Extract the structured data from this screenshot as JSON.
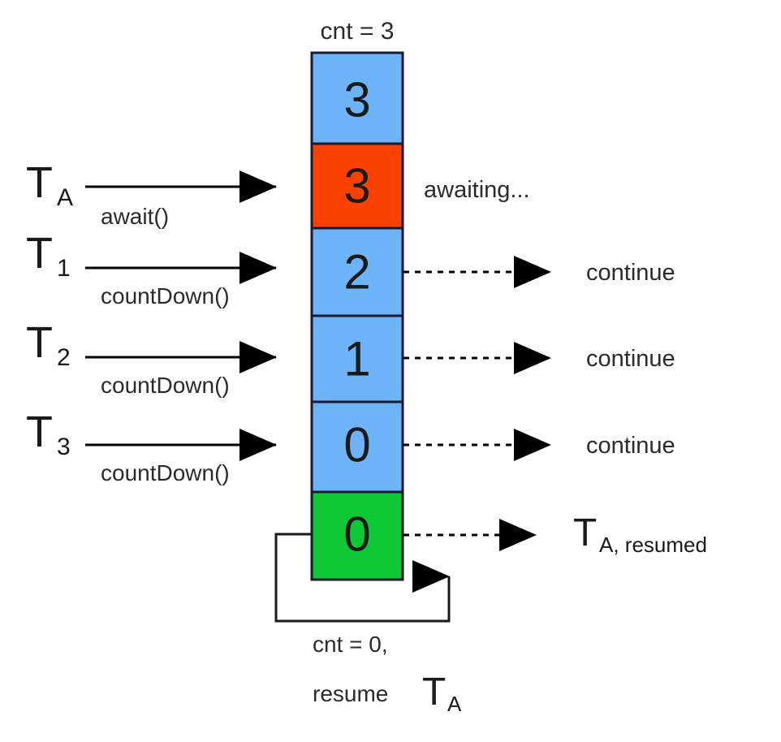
{
  "diagram": {
    "title_label": "cnt = 3",
    "type": "countdown-latch-sequence-diagram",
    "colors": {
      "blue": "#6db3f7",
      "orange": "#fa4100",
      "green": "#0ec836",
      "stroke": "#1a1a2e",
      "text": "#1a1a1a",
      "background": "#ffffff"
    },
    "latch_cells": [
      {
        "value": "3",
        "state": "initial",
        "color": "#6db3f7"
      },
      {
        "value": "3",
        "state": "blocked",
        "color": "#fa4100"
      },
      {
        "value": "2",
        "state": "counting",
        "color": "#6db3f7"
      },
      {
        "value": "1",
        "state": "counting",
        "color": "#6db3f7"
      },
      {
        "value": "0",
        "state": "counting",
        "color": "#6db3f7"
      },
      {
        "value": "0",
        "state": "released",
        "color": "#0ec836"
      }
    ],
    "threads": [
      {
        "name": "T",
        "subscript": "A",
        "method": "await()"
      },
      {
        "name": "T",
        "subscript": "1",
        "method": "countDown()"
      },
      {
        "name": "T",
        "subscript": "2",
        "method": "countDown()"
      },
      {
        "name": "T",
        "subscript": "3",
        "method": "countDown()"
      }
    ],
    "outcomes": [
      {
        "label": "awaiting...",
        "arrow": false
      },
      {
        "label": "continue",
        "arrow": true
      },
      {
        "label": "continue",
        "arrow": true
      },
      {
        "label": "continue",
        "arrow": true
      }
    ],
    "resumed": {
      "name": "T",
      "subscript": "A, resumed"
    },
    "loop": {
      "line1": "cnt = 0,",
      "line2_prefix": "resume ",
      "line2_name": "T",
      "line2_subscript": "A"
    }
  }
}
